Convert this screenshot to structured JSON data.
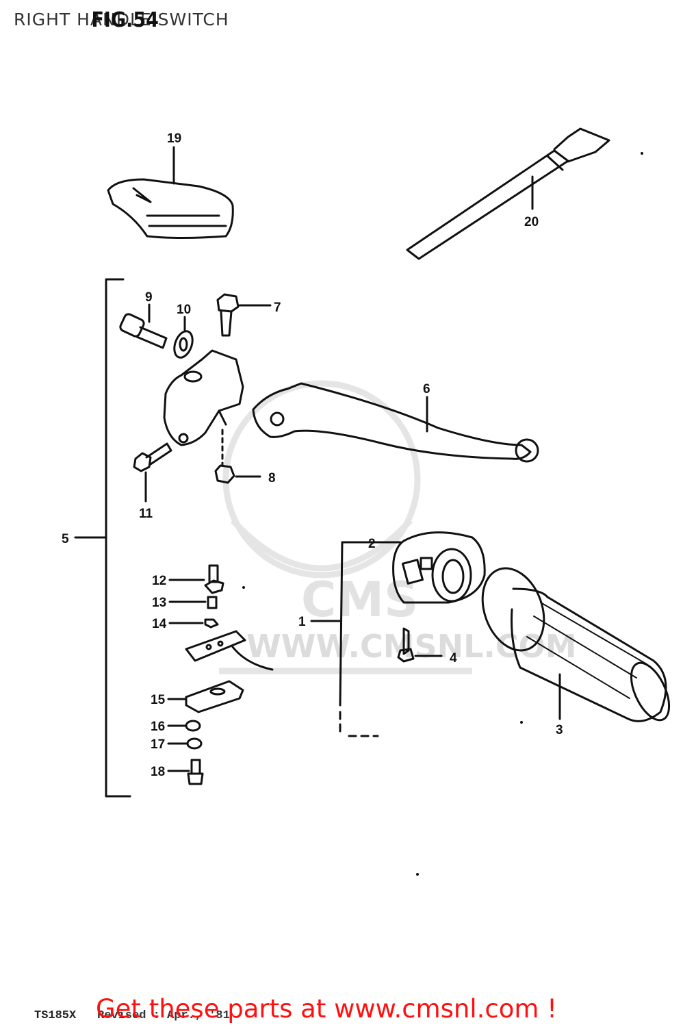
{
  "title": "RIGHT HANDLE SWITCH",
  "fig_label": "FIG.54",
  "watermark": "WWW.CMSNL.COM",
  "watermark_logo": "CMS",
  "callouts": [
    "19",
    "20",
    "9",
    "10",
    "7",
    "6",
    "8",
    "11",
    "5",
    "2",
    "12",
    "13",
    "14",
    "1",
    "4",
    "15",
    "16",
    "17",
    "18",
    "3"
  ],
  "footer": {
    "model": "TS185X",
    "revised": "Revised : Apr., '81",
    "link_text": "Get these parts at www.cmsnl.com !"
  },
  "colors": {
    "link": "#ff1010",
    "ink": "#111111",
    "watermark": "#d8d8d8"
  }
}
